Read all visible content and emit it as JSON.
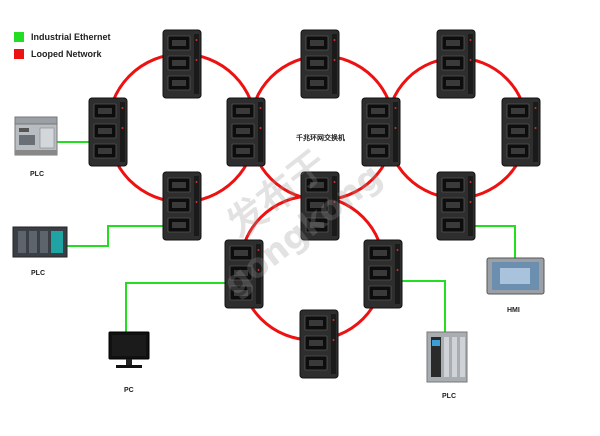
{
  "legend": {
    "items": [
      {
        "label": "Industrial Ethernet",
        "color": "#22dd22"
      },
      {
        "label": "Looped Network",
        "color": "#ee1111"
      }
    ]
  },
  "center_label": "千兆环网交换机",
  "devices": {
    "plc_top": "PLC",
    "plc_mid": "PLC",
    "pc": "PC",
    "plc_bottom": "PLC",
    "hmi": "HMI"
  },
  "watermark": {
    "line1": "发布于",
    "line2": "gongkong"
  },
  "colors": {
    "ring": "#ee1111",
    "ethernet": "#22dd22",
    "switch": "#2b2b2b"
  }
}
